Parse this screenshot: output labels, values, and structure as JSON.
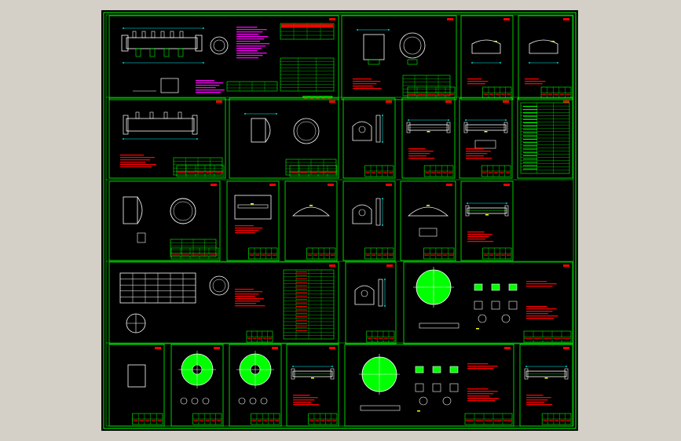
{
  "window": {
    "background": "#d4d0c8"
  },
  "drawing": {
    "background": "#000000",
    "colors": {
      "frame": "#00ff00",
      "geometry": "#ffffff",
      "fill": "#00ff00",
      "note": "#ff0000",
      "annotation": "#ff00ff",
      "dimension": "#00ffff",
      "highlight": "#ffff00",
      "hatch": "#00ff00"
    },
    "sheet_rows": [
      {
        "row": 1,
        "sheets": 4
      },
      {
        "row": 2,
        "sheets": 6
      },
      {
        "row": 3,
        "sheets": 6
      },
      {
        "row": 4,
        "sheets": 3
      },
      {
        "row": 5,
        "sheets": 6
      }
    ]
  }
}
